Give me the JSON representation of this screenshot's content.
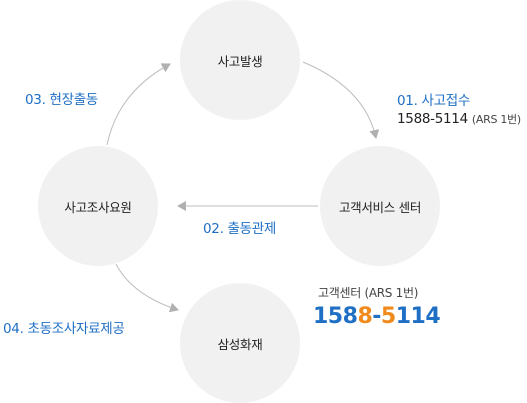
{
  "nodes": {
    "top": "사고발생",
    "right": "고객서비스 센터",
    "left": "사고조사요원",
    "bottom": "삼성화재"
  },
  "steps": {
    "s01": "01. 사고접수",
    "s01_number": "1588-5114",
    "s01_ars": "(ARS 1번)",
    "s02": "02. 출동관제",
    "s03": "03. 현장출동",
    "s04": "04. 초동조사자료제공"
  },
  "hotline": {
    "label": "고객센터 (ARS 1번)",
    "number_part1": "158",
    "number_part2": "8",
    "number_part3": "-",
    "number_part4": "5",
    "number_part5": "114"
  },
  "colors": {
    "accent_blue": "#1f6fc5",
    "accent_orange": "#f08a1c",
    "circle_fill": "#f1f1f1",
    "arrow": "#b5b5b5"
  }
}
